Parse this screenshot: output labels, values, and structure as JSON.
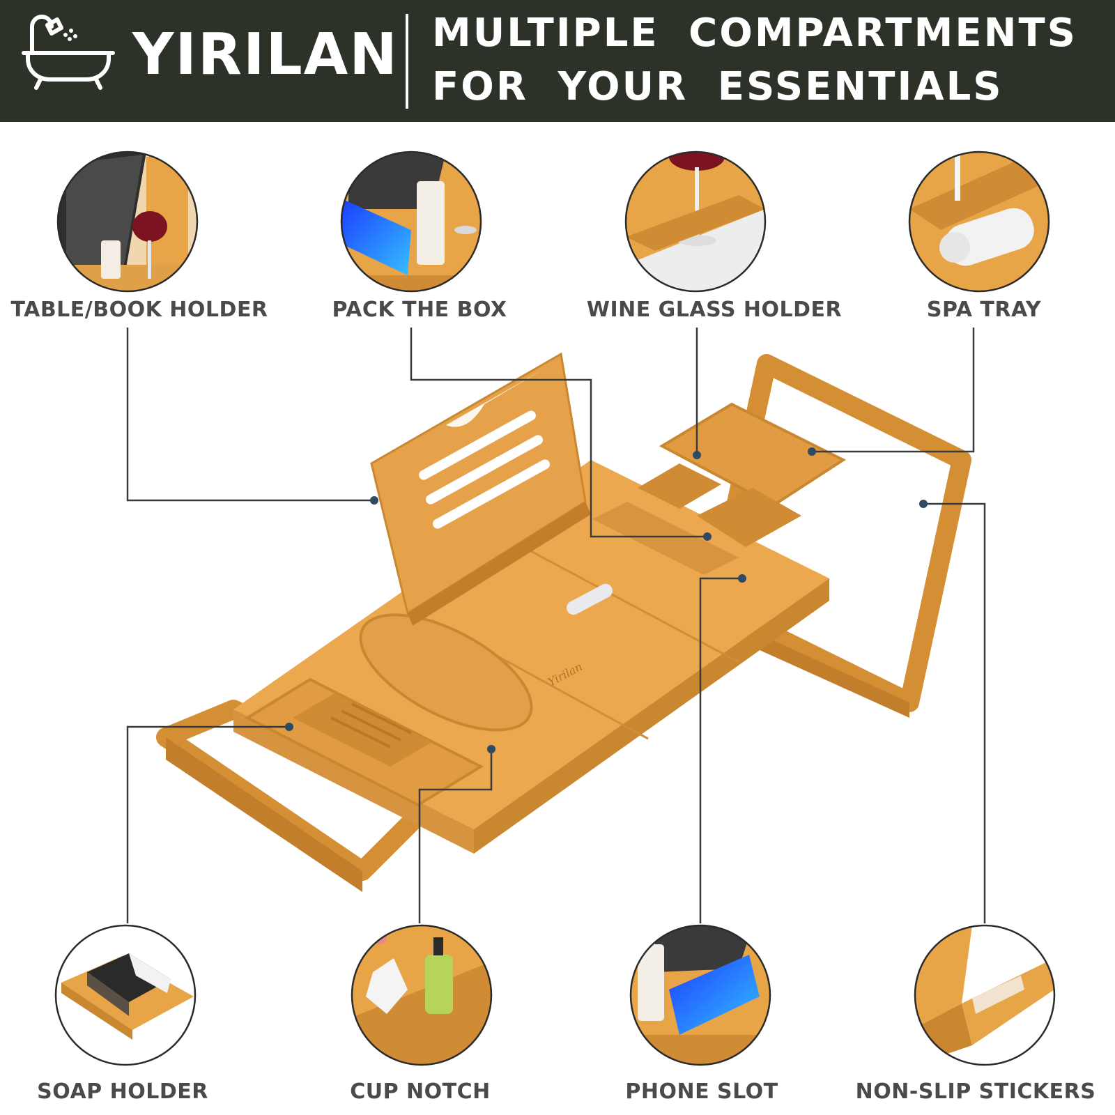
{
  "header": {
    "brand": "YIRILAN",
    "headline_line1": "MULTIPLE COMPARTMENTS",
    "headline_line2": "FOR YOUR ESSENTIALS",
    "logo_icon": "bathtub-shower-icon",
    "background_color": "#2c3228"
  },
  "features_top": [
    {
      "label": "TABLE/BOOK HOLDER"
    },
    {
      "label": "PACK THE BOX"
    },
    {
      "label": "WINE GLASS HOLDER"
    },
    {
      "label": "SPA TRAY"
    }
  ],
  "features_bottom": [
    {
      "label": "SOAP HOLDER"
    },
    {
      "label": "CUP NOTCH"
    },
    {
      "label": "PHONE SLOT"
    },
    {
      "label": "NON-SLIP STICKERS"
    }
  ],
  "product": {
    "engraving": "Yirilan",
    "wood_color": "#e8a548",
    "callout_dot_color": "#2f4a63"
  }
}
